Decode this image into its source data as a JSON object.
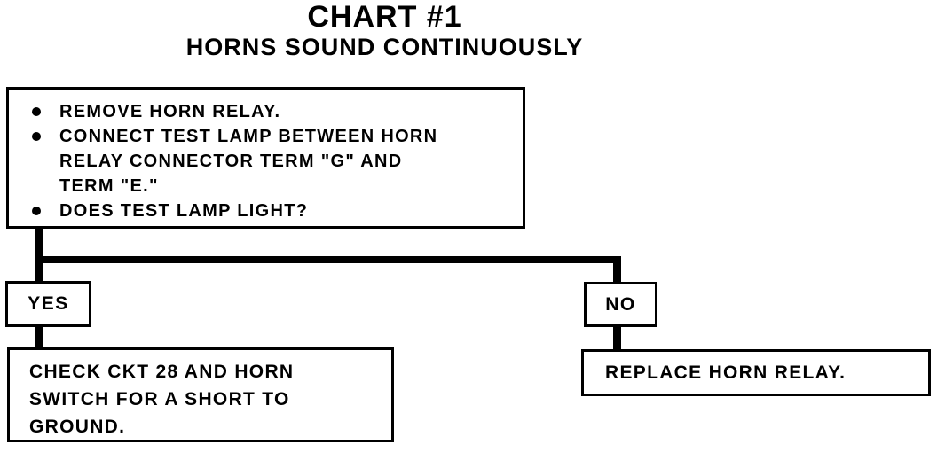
{
  "page": {
    "background": "#ffffff",
    "ink": "#000000"
  },
  "title": {
    "line1": "CHART #1",
    "line2": "HORNS SOUND CONTINUOUSLY"
  },
  "flowchart": {
    "instruction_box": {
      "bullets": [
        "REMOVE HORN RELAY.",
        "CONNECT TEST LAMP BETWEEN HORN\nRELAY CONNECTOR TERM \"G\" AND\nTERM \"E.\"",
        "DOES TEST LAMP LIGHT?"
      ]
    },
    "yes_branch": {
      "label": "YES",
      "action": "CHECK CKT 28 AND HORN\nSWITCH FOR A SHORT TO\nGROUND."
    },
    "no_branch": {
      "label": "NO",
      "action": "REPLACE HORN RELAY."
    }
  }
}
